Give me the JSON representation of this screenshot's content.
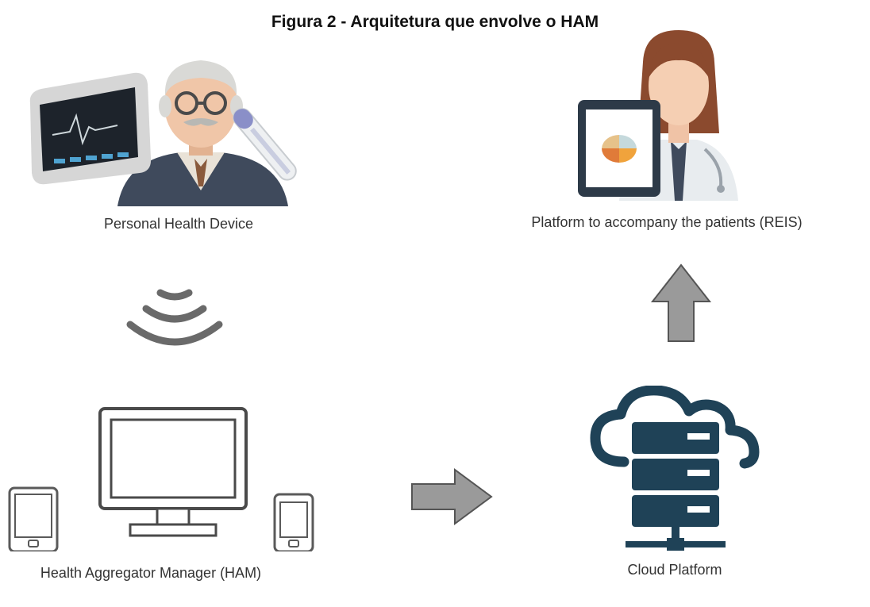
{
  "title": "Figura 2 - Arquitetura que envolve o HAM",
  "nodes": {
    "phd": {
      "label": "Personal Health Device",
      "icon": "patient-with-monitor-and-thermometer-icon"
    },
    "reis": {
      "label": "Platform to accompany the patients (REIS)",
      "icon": "doctor-with-tablet-icon"
    },
    "ham": {
      "label": "Health Aggregator Manager (HAM)",
      "icon": "computer-tablet-phone-icon"
    },
    "cloud": {
      "label": "Cloud Platform",
      "icon": "cloud-server-icon"
    }
  },
  "connections": [
    {
      "from": "Personal Health Device",
      "to": "Health Aggregator Manager (HAM)",
      "type": "wireless",
      "icon": "wireless-signal-icon"
    },
    {
      "from": "Health Aggregator Manager (HAM)",
      "to": "Cloud Platform",
      "type": "arrow",
      "icon": "arrow-right-icon"
    },
    {
      "from": "Cloud Platform",
      "to": "Platform to accompany the patients (REIS)",
      "type": "arrow",
      "icon": "arrow-up-icon"
    }
  ],
  "colors": {
    "arrow_fill": "#9a9a9a",
    "arrow_stroke": "#555555",
    "signal": "#6a6a6a",
    "cloud_navy": "#1f4257",
    "device_outline": "#5a5a5a"
  }
}
